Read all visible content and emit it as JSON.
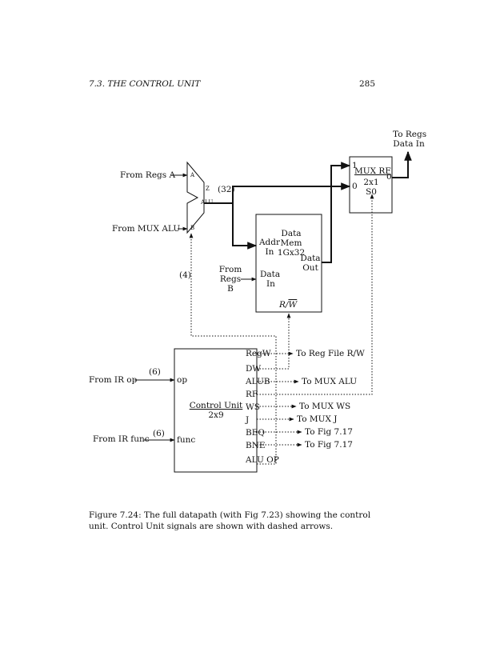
{
  "header": {
    "section": "7.3.  THE CONTROL UNIT",
    "page_number": "285"
  },
  "alu": {
    "from_a": "From Regs A",
    "from_b": "From MUX ALU",
    "port_a": "A",
    "port_b": "B",
    "port_z": "Z",
    "name": "ALU",
    "bus_width": "(32)",
    "op_width": "(4)"
  },
  "memory": {
    "title_line1": "Data",
    "title_line2": "Mem",
    "size": "1Gx32",
    "addr_line1": "Addr",
    "addr_line2": "In",
    "din_line1": "Data",
    "din_line2": "In",
    "dout_line1": "Data",
    "dout_line2": "Out",
    "rw_r": "R/",
    "rw_w": "W",
    "from_line1": "From",
    "from_line2": "Regs",
    "from_line3": "B"
  },
  "mux_rf": {
    "name": "MUX RF",
    "size": "2x1",
    "select": "S0",
    "in1": "1",
    "in0": "0",
    "out0": "0",
    "dest_line1": "To Regs",
    "dest_line2": "Data In"
  },
  "control_unit": {
    "name": "Control  Unit",
    "size": "2x9",
    "in_op_src": "From IR op",
    "in_op_width": "(6)",
    "in_op_port": "op",
    "in_func_src": "From IR func",
    "in_func_width": "(6)",
    "in_func_port": "func",
    "signals": [
      "RegW",
      "DW",
      "ALUB",
      "RF",
      "WS",
      "J",
      "BEQ",
      "BNE",
      "ALU OP"
    ],
    "destinations": {
      "RegW": "To Reg File R/W",
      "ALUB": "To MUX ALU",
      "WS": "To MUX WS",
      "J": "To MUX J",
      "BEQ": "To Fig 7.17",
      "BNE": "To Fig 7.17"
    }
  },
  "caption": "Figure 7.24: The full datapath (with Fig 7.23) showing the control unit. Control Unit signals are shown with dashed arrows."
}
